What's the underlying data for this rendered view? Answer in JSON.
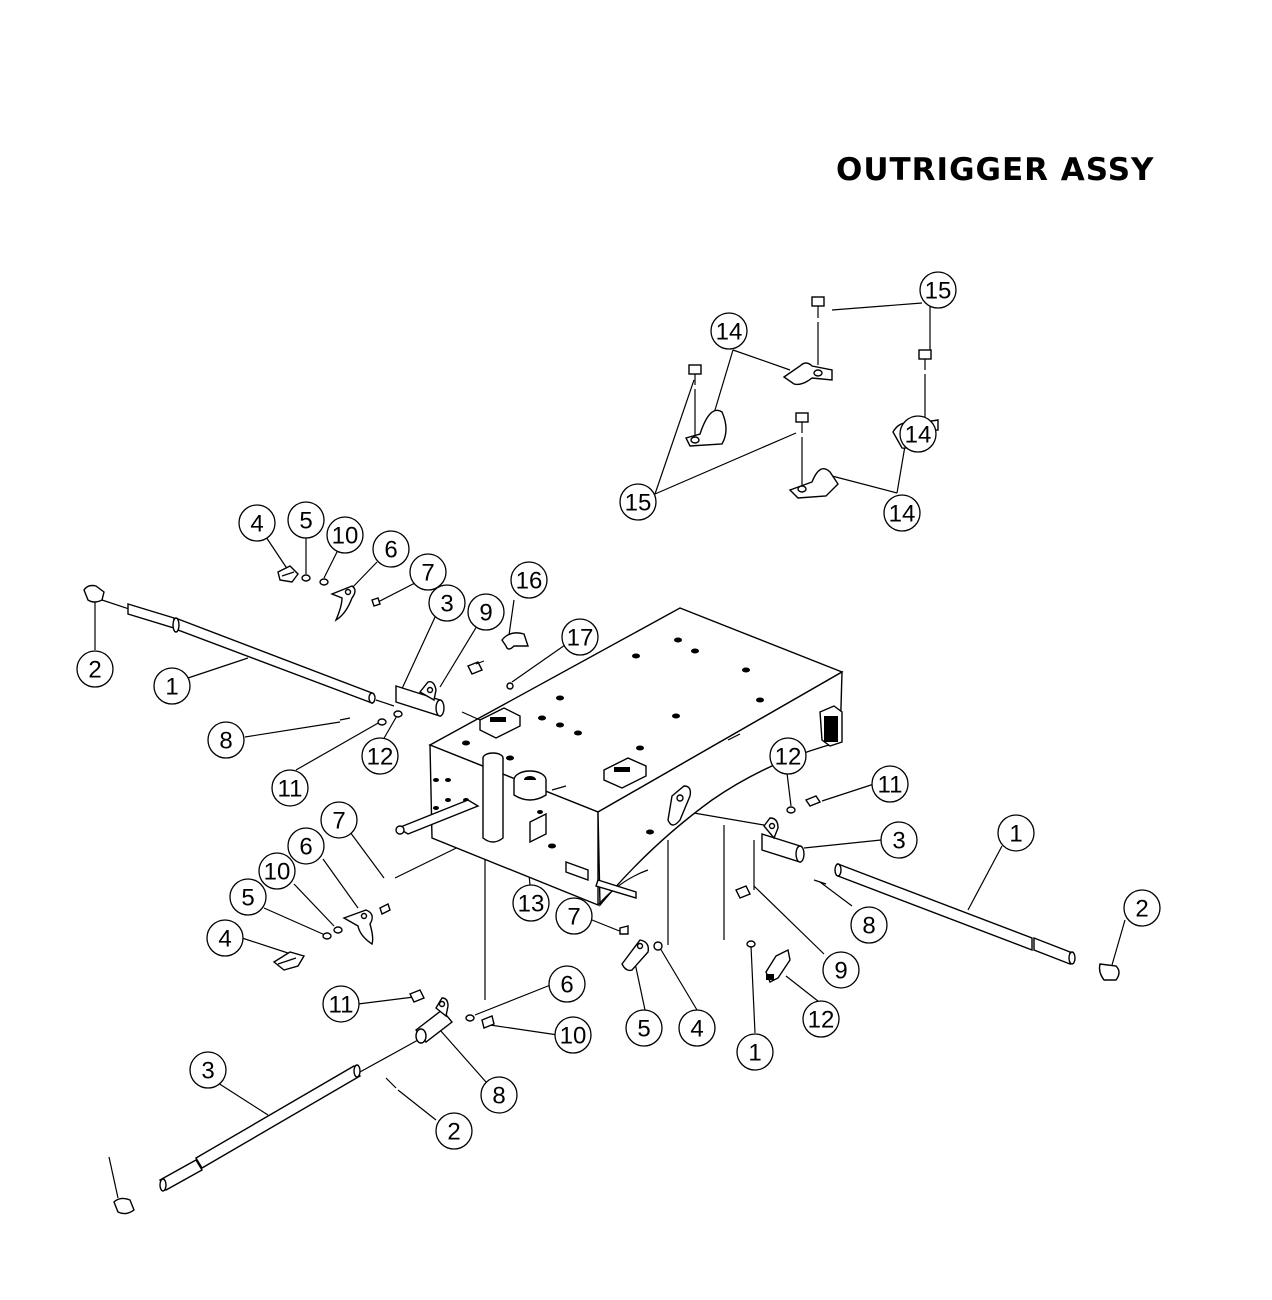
{
  "title": "OUTRIGGER ASSY",
  "callouts": [
    {
      "label": "15"
    },
    {
      "label": "14"
    },
    {
      "label": "14"
    },
    {
      "label": "15"
    },
    {
      "label": "14"
    },
    {
      "label": "4"
    },
    {
      "label": "5"
    },
    {
      "label": "10"
    },
    {
      "label": "6"
    },
    {
      "label": "7"
    },
    {
      "label": "16"
    },
    {
      "label": "2"
    },
    {
      "label": "1"
    },
    {
      "label": "3"
    },
    {
      "label": "9"
    },
    {
      "label": "17"
    },
    {
      "label": "8"
    },
    {
      "label": "11"
    },
    {
      "label": "12"
    },
    {
      "label": "12"
    },
    {
      "label": "11"
    },
    {
      "label": "3"
    },
    {
      "label": "1"
    },
    {
      "label": "7"
    },
    {
      "label": "6"
    },
    {
      "label": "10"
    },
    {
      "label": "5"
    },
    {
      "label": "4"
    },
    {
      "label": "13"
    },
    {
      "label": "2"
    },
    {
      "label": "8"
    },
    {
      "label": "7"
    },
    {
      "label": "9"
    },
    {
      "label": "12"
    },
    {
      "label": "11"
    },
    {
      "label": "6"
    },
    {
      "label": "10"
    },
    {
      "label": "5"
    },
    {
      "label": "4"
    },
    {
      "label": "1"
    },
    {
      "label": "3"
    },
    {
      "label": "8"
    },
    {
      "label": "2"
    }
  ]
}
